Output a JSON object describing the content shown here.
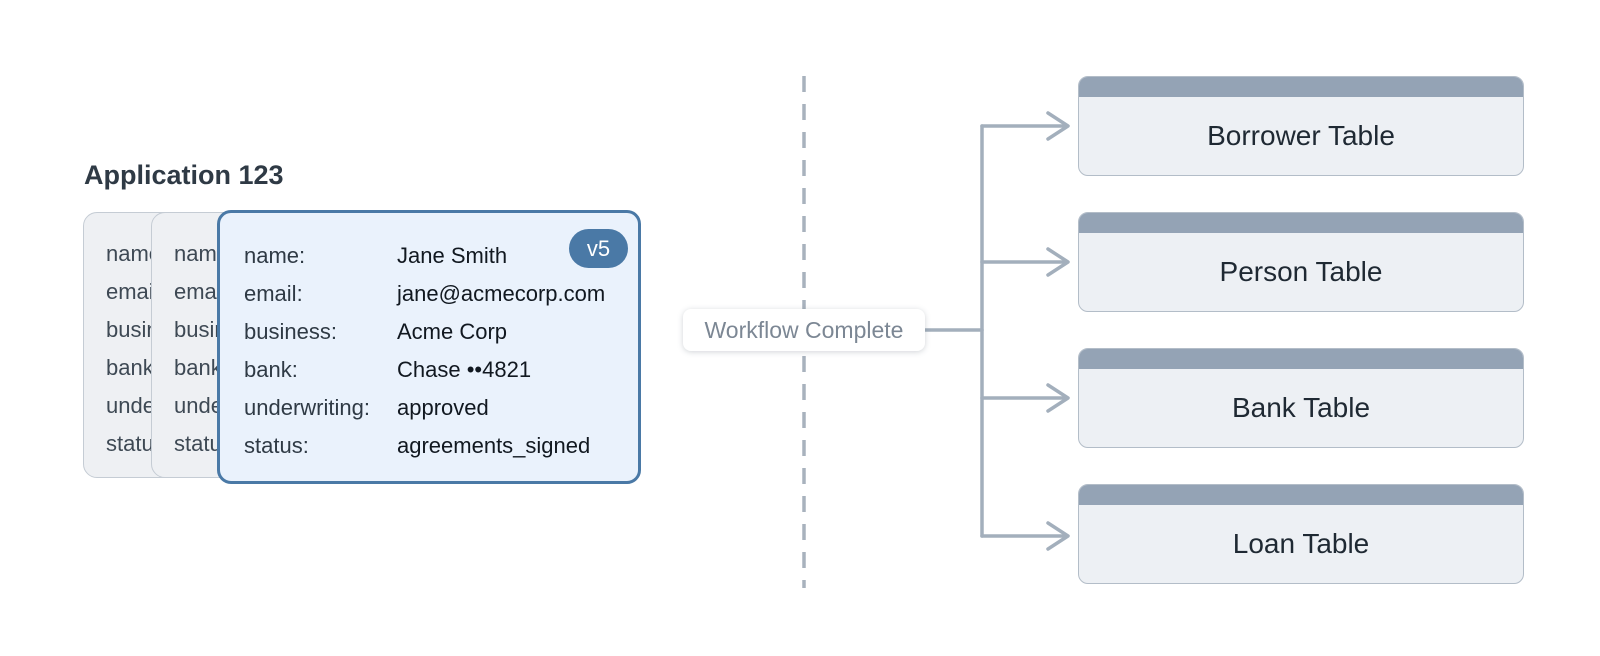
{
  "application": {
    "title": "Application 123",
    "version_badge": "v5",
    "fields": [
      {
        "key": "name:",
        "value": "Jane Smith"
      },
      {
        "key": "email:",
        "value": "jane@acmecorp.com"
      },
      {
        "key": "business:",
        "value": "Acme Corp"
      },
      {
        "key": "bank:",
        "value": "Chase ••4821"
      },
      {
        "key": "underwriting:",
        "value": "approved"
      },
      {
        "key": "status:",
        "value": "agreements_signed"
      }
    ]
  },
  "workflow_label": "Workflow Complete",
  "tables": [
    "Borrower Table",
    "Person Table",
    "Bank Table",
    "Loan Table"
  ],
  "colors": {
    "accent": "#4a79a6",
    "card_front_bg": "#eaf2fc",
    "card_back_bg": "#eef0f3",
    "connector": "#a3afbc",
    "table_header": "#94a3b5"
  }
}
